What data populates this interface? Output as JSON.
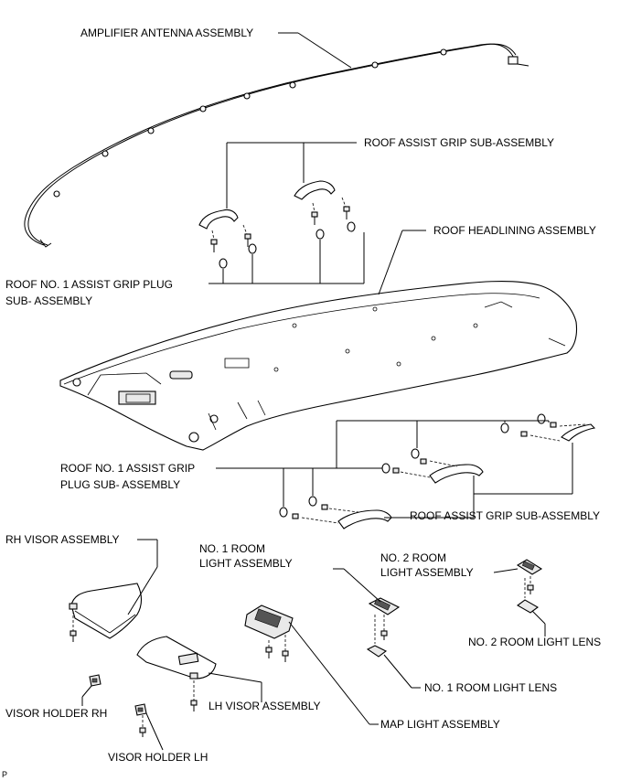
{
  "labels": {
    "amplifier_antenna": "AMPLIFIER ANTENNA ASSEMBLY",
    "roof_assist_grip_top": "ROOF ASSIST GRIP SUB-ASSEMBLY",
    "roof_headlining": "ROOF HEADLINING ASSEMBLY",
    "grip_plug_left_line1": "ROOF NO. 1 ASSIST GRIP PLUG",
    "grip_plug_left_line2": "SUB- ASSEMBLY",
    "grip_plug_right_line1": "ROOF NO. 1 ASSIST GRIP",
    "grip_plug_right_line2": "PLUG SUB- ASSEMBLY",
    "roof_assist_grip_right": "ROOF ASSIST GRIP SUB-ASSEMBLY",
    "rh_visor": "RH VISOR ASSEMBLY",
    "no1_room_light_line1": "NO. 1 ROOM",
    "no1_room_light_line2": "LIGHT ASSEMBLY",
    "no2_room_light_line1": "NO. 2 ROOM",
    "no2_room_light_line2": "LIGHT ASSEMBLY",
    "no2_room_light_lens": "NO. 2 ROOM LIGHT LENS",
    "no1_room_light_lens": "NO. 1 ROOM LIGHT LENS",
    "lh_visor": "LH VISOR ASSEMBLY",
    "visor_holder_rh": "VISOR HOLDER RH",
    "visor_holder_lh": "VISOR HOLDER LH",
    "map_light": "MAP LIGHT ASSEMBLY",
    "corner_mark": "P"
  }
}
